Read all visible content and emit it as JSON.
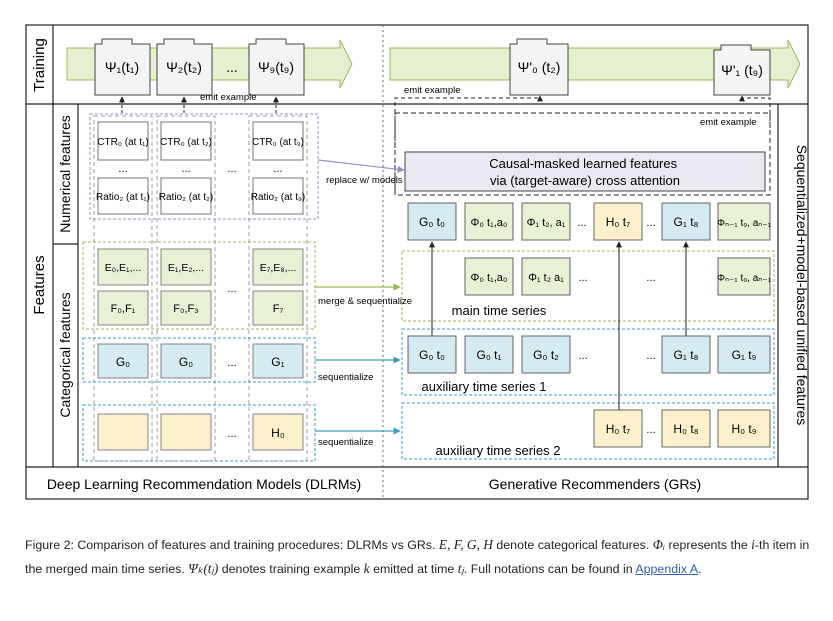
{
  "training": {
    "label": "Training",
    "left_examples": [
      "Ψ₁(t₁)",
      "Ψ₂(t₂)",
      "Ψ₉(t₉)"
    ],
    "ellipsis": "...",
    "right_examples": [
      "Ψ'₀ (t₂)",
      "Ψ'₁ (t₉)"
    ],
    "emit_left": "emit example",
    "emit_mid": "emit example",
    "emit_right": "emit example"
  },
  "left_labels": {
    "features": "Features",
    "numerical": "Numerical features",
    "categorical": "Categorical features"
  },
  "right_label": "Sequentialized+model-based unified features",
  "numerical_cells": {
    "ctr": [
      "CTR₀ (at t₁)",
      "CTR₀ (at t₂)",
      "CTR₀ (at t₉)"
    ],
    "ratio": [
      "Ratio₂ (at t₁)",
      "Ratio₂ (at t₂)",
      "Ratio₂ (at t₉)"
    ],
    "dots": "..."
  },
  "categorical_cells": {
    "ef": [
      "E₀,E₁,...",
      "E₁,E₂,...",
      "E₇,E₈,..."
    ],
    "f": [
      "F₀,F₁",
      "F₀,F₃",
      "F₇"
    ],
    "g": [
      "G₀",
      "G₀",
      "G₁"
    ],
    "h": [
      "",
      "",
      "H₀"
    ]
  },
  "arrows": {
    "replace": "replace w/ models",
    "merge": "merge & sequentialize",
    "seq1": "sequentialize",
    "seq2": "sequentialize"
  },
  "causal_box": "Causal-masked learned features via (target-aware) cross attention",
  "top_row": [
    "G₀ t₀",
    "Φ₀ t₁,a₀",
    "Φ₁ t₂, a₁",
    "H₀ t₇",
    "G₁ t₈",
    "Φₙ₋₁ t₉, aₙ₋₁"
  ],
  "main_series": {
    "items": [
      "Φ₀ t₁,a₀",
      "Φ₁ t₂ a₁",
      "Φₙ₋₁ t₉, aₙ₋₁"
    ],
    "label": "main time series"
  },
  "aux1": {
    "items": [
      "G₀ t₀",
      "G₀ t₁",
      "G₀ t₂",
      "G₁ t₈",
      "G₁ t₉"
    ],
    "label": "auxiliary time series 1"
  },
  "aux2": {
    "items": [
      "H₀ t₇",
      "H₀ t₈",
      "H₀ t₉"
    ],
    "label": "auxiliary time series 2"
  },
  "bottom": {
    "left": "Deep Learning Recommendation Models (DLRMs)",
    "right": "Generative Recommenders (GRs)"
  },
  "caption": {
    "part1": "Figure 2: Comparison of features and training procedures: DLRMs vs GRs. ",
    "m1": "E, F, G, H",
    "part2": " denote categorical features. ",
    "m2": "Φᵢ",
    "part3": " represents the ",
    "m3": "i",
    "part4": "-th item in the merged main time series. ",
    "m4": "Ψₖ(tⱼ)",
    "part5": " denotes training example ",
    "m5": "k",
    "part6": " emitted at time ",
    "m6": "tⱼ",
    "part7": ". Full notations can be found in ",
    "link": "Appendix A",
    "part8": "."
  },
  "colors": {
    "blue_fill": "#d6eaf2",
    "green_fill": "#e8f0d6",
    "yellow_fill": "#fdf0cc",
    "purple_fill": "#ece8f2",
    "arrow_band": "#e4f0d0",
    "blue_line": "#3b9fc0",
    "green_line": "#9ab855",
    "purple_line": "#9f8ac6"
  }
}
